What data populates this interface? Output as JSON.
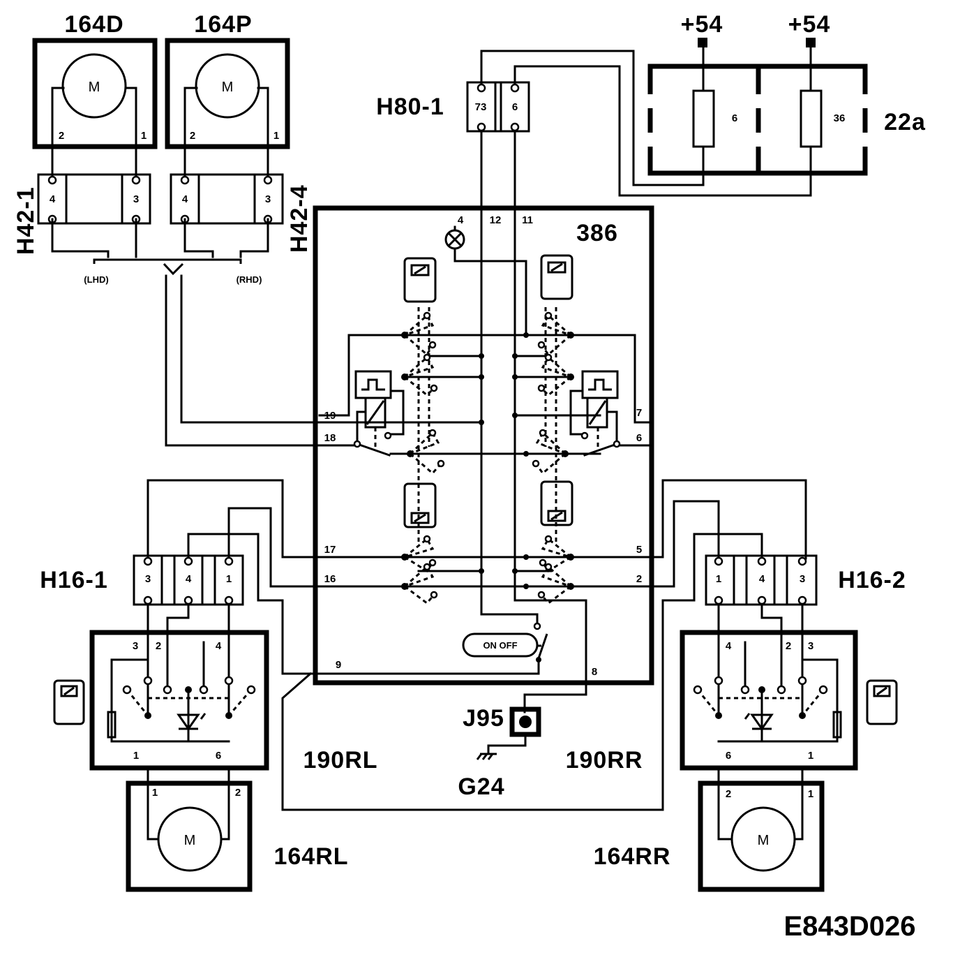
{
  "components": {
    "m164d": "164D",
    "m164p": "164P",
    "m164rl": "164RL",
    "m164rr": "164RR",
    "h42_1": "H42-1",
    "h42_4": "H42-4",
    "h80_1": "H80-1",
    "fuse_box": "22a",
    "module": "386",
    "h16_1": "H16-1",
    "h16_2": "H16-2",
    "sw190rl": "190RL",
    "sw190rr": "190RR",
    "j95": "J95",
    "g24": "G24",
    "supply_1": "+54",
    "supply_2": "+54",
    "drawing_id": "E843D026"
  },
  "motor_label": "M",
  "notes": {
    "lhd": "(LHD)",
    "rhd": "(RHD)",
    "on_off": "ON OFF"
  },
  "fuses": {
    "f1": "6",
    "f2": "36"
  },
  "pins": {
    "m164d_2": "2",
    "m164d_1": "1",
    "m164p_2": "2",
    "m164p_1": "1",
    "h42_1_a": "4",
    "h42_1_b": "3",
    "h42_4_a": "4",
    "h42_4_b": "3",
    "h80_a": "73",
    "h80_b": "6",
    "mod_4": "4",
    "mod_12": "12",
    "mod_11": "11",
    "mod_19": "19",
    "mod_18": "18",
    "mod_7": "7",
    "mod_6": "6",
    "mod_17": "17",
    "mod_16": "16",
    "mod_5": "5",
    "mod_2": "2",
    "mod_9": "9",
    "mod_8": "8",
    "h16_1_a": "3",
    "h16_1_b": "4",
    "h16_1_c": "1",
    "h16_2_a": "1",
    "h16_2_b": "4",
    "h16_2_c": "3",
    "rl_3": "3",
    "rl_2": "2",
    "rl_4": "4",
    "rl_1": "1",
    "rl_6": "6",
    "rr_4": "4",
    "rr_2": "2",
    "rr_3": "3",
    "rr_6": "6",
    "rr_1": "1",
    "m164rl_1": "1",
    "m164rl_2": "2",
    "m164rr_2": "2",
    "m164rr_1": "1"
  }
}
